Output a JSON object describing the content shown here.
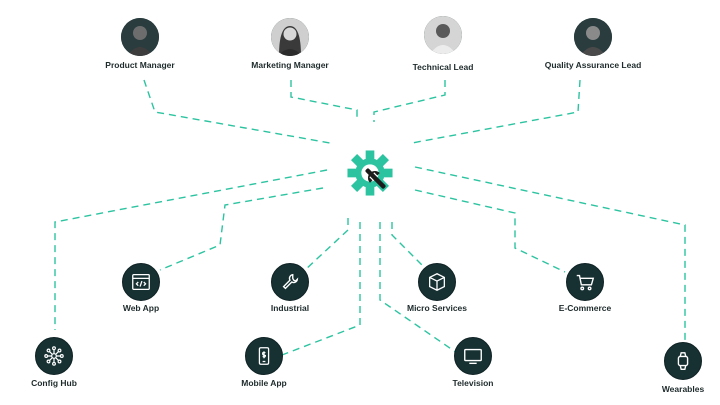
{
  "center": {
    "icon": "gear-wrench-icon",
    "accent_color": "#2cc4a0"
  },
  "roles": [
    {
      "name": "Product Manager",
      "icon": "person-avatar-icon"
    },
    {
      "name": "Marketing Manager",
      "icon": "person-avatar-icon"
    },
    {
      "name": "Technical Lead",
      "icon": "person-avatar-icon"
    },
    {
      "name": "Quality Assurance Lead",
      "icon": "person-avatar-icon"
    }
  ],
  "platforms": [
    {
      "name": "Web App",
      "icon": "code-window-icon"
    },
    {
      "name": "Industrial",
      "icon": "wrench-icon"
    },
    {
      "name": "Micro Services",
      "icon": "cube-icon"
    },
    {
      "name": "E-Commerce",
      "icon": "shopping-cart-icon"
    },
    {
      "name": "Config Hub",
      "icon": "network-hub-icon"
    },
    {
      "name": "Mobile App",
      "icon": "mobile-phone-icon"
    },
    {
      "name": "Television",
      "icon": "television-icon"
    },
    {
      "name": "Wearables",
      "icon": "smartwatch-icon"
    }
  ],
  "colors": {
    "dashed_line": "#2cc4a0",
    "node_fill": "#173032",
    "label_text": "#1e2a2b"
  }
}
